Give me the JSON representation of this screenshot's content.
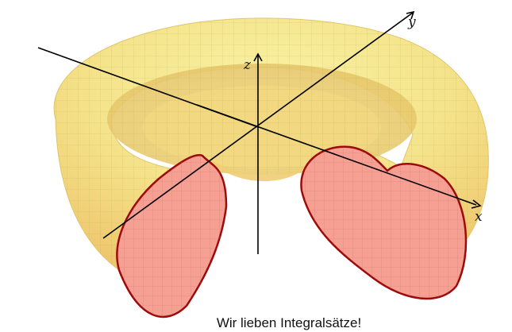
{
  "caption": "Wir lieben Integralsätze!",
  "axes": {
    "x": "x",
    "y": "y",
    "z": "z"
  },
  "colors": {
    "torus_fill": "#f4e88c",
    "torus_shade": "#e9c46a",
    "torus_grid": "#b8a94a",
    "cut_fill": "#f59a8c",
    "cut_border": "#a00000",
    "cut_grid": "#b06a62",
    "axis": "#000000"
  }
}
